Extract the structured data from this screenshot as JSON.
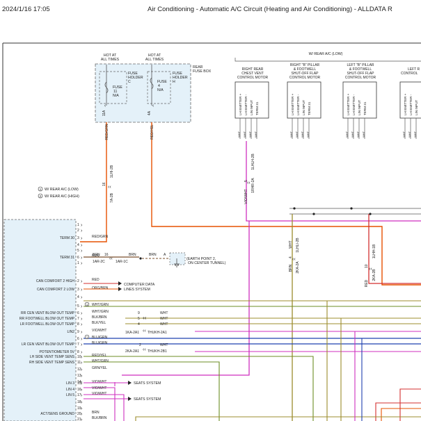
{
  "header": {
    "datetime": "2024/1/16 17:05",
    "title": "Air Conditioning - Automatic A/C Circuit (Heating and Air Conditioning) - ALLDATA R"
  },
  "fuse_box": {
    "hot1": [
      "HOT AT",
      "ALL TIMES"
    ],
    "hot2": [
      "HOT AT",
      "ALL TIMES"
    ],
    "box_label": [
      "REAR",
      "FUSE BOX"
    ],
    "fuse1": [
      "FUSE",
      "11",
      "N/A"
    ],
    "holder1": [
      "FUSE",
      "HOLDER",
      "C"
    ],
    "fuse2": [
      "FUSE",
      "4",
      "N/A"
    ],
    "holder2": [
      "FUSE",
      "HOLDER",
      "H"
    ],
    "amp1": "11A",
    "amp2": "4A"
  },
  "wires": {
    "red_grn": "RED/GRN",
    "red_yel": "RED/YEL",
    "pin16": "16",
    "conn_7a2b": "7A-2B",
    "conn_1lhi2b": "1LHI-2B",
    "violwht": "VIO/WHT",
    "pin5": "5",
    "conn_1rhr2a": "1RHR-2A",
    "conn_1lhlh2b": "1LHLH-2B",
    "wht": "WHT",
    "brn": "BRN",
    "pin4": "4",
    "conn_2ka2a": "2KA-2A",
    "conn_1lhli2b": "1LHLI-2B",
    "red": "RED",
    "pin10": "10",
    "conn_2ka2b": "2KA-2B",
    "conn_1lhh1b": "1LHH-1B"
  },
  "legend": [
    {
      "num": "1",
      "text": "W/ REAR A/C (LOW)"
    },
    {
      "num": "2",
      "text": "W/ REAR A/C (HIGH)"
    }
  ],
  "rear_ac": {
    "label": "W/ REAR A/C (LOW)",
    "motors": [
      {
        "name": [
          "RIGHT REAR",
          "CHEST VENT",
          "CONTROL MOTOR"
        ]
      },
      {
        "name": [
          "RIGHT \"B\" PILLAR",
          "& FOOTWELL",
          "SHUT-OFF FLAP",
          "CONTROL MOTOR"
        ]
      },
      {
        "name": [
          "LEFT \"B\" PILLAR",
          "& FOOTWELL",
          "SHUT-OFF FLAP",
          "CONTROL MOTOR"
        ]
      },
      {
        "name": [
          "LEFT R",
          "",
          "CONTROL"
        ]
      }
    ],
    "pins": [
      "LH EMITTER +",
      "LH EMITTER -",
      "LIN INPUT",
      "TERM 31"
    ],
    "pins_partial": [
      "LH EMITTER +",
      "LH EMITTER -",
      "LIN INPUT"
    ]
  },
  "module": {
    "rows": [
      {
        "pin": "1",
        "label": "",
        "wire": ""
      },
      {
        "pin": "2",
        "label": "",
        "wire": ""
      },
      {
        "pin": "3",
        "label": "TERM 30",
        "wire": "RED/GRN"
      },
      {
        "pin": "4",
        "label": "",
        "wire": ""
      },
      {
        "pin": "5",
        "label": "",
        "wire": ""
      },
      {
        "pin": "6",
        "label": "TERM 31",
        "wire": "BRN"
      },
      {
        "pin": "1",
        "label": "",
        "wire": ""
      },
      {
        "pin": "2",
        "label": "CAN COMFORT 2 HIGH",
        "wire": "RED"
      },
      {
        "pin": "3",
        "label": "CAN COMFORT 2 LOW",
        "wire": "ORG/BRN"
      },
      {
        "pin": "4",
        "label": "",
        "wire": ""
      },
      {
        "pin": "5",
        "label": "",
        "wire": "WHT/GRN"
      },
      {
        "pin": "6",
        "label": "RR CEN VENT BLOW OUT TEMP",
        "wire": "WHT/GRN"
      },
      {
        "pin": "7",
        "label": "RR FOOTWELL BLOW OUT TEMP",
        "wire": "BLK/BRN"
      },
      {
        "pin": "8",
        "label": "LR FOOTWELL BLOW OUT TEMP",
        "wire": "BLK/YEL"
      },
      {
        "pin": "9",
        "label": "LIN2",
        "wire": "VIO/WHT"
      },
      {
        "pin": "6",
        "label": "",
        "wire": "BLU/GRN"
      },
      {
        "pin": "7",
        "label": "LR CEN VENT BLOW OUT TEMP",
        "wire": "BLU/GRN"
      },
      {
        "pin": "8",
        "label": "POTENTIOMETER 5V",
        "wire": ""
      },
      {
        "pin": "10",
        "label": "LH SIDE VENT TEMP SENS",
        "wire": "RED/YEL"
      },
      {
        "pin": "11",
        "label": "RH SIDE VENT TEMP SENS",
        "wire": "WHT/GRN"
      },
      {
        "pin": "12",
        "label": "",
        "wire": "GRN/YEL"
      },
      {
        "pin": "13",
        "label": "",
        "wire": ""
      },
      {
        "pin": "14",
        "label": "",
        "wire": ""
      },
      {
        "pin": "15",
        "label": "LIN 3",
        "wire": "VIO/WHT"
      },
      {
        "pin": "16",
        "label": "LIN 4",
        "wire": "VIO/WHT"
      },
      {
        "pin": "17",
        "label": "LIN 5",
        "wire": "VIO/WHT"
      },
      {
        "pin": "18",
        "label": "",
        "wire": ""
      },
      {
        "pin": "19",
        "label": "",
        "wire": ""
      },
      {
        "pin": "20",
        "label": "ACT/SENS GROUND",
        "wire": "BRN"
      },
      {
        "pin": "21",
        "label": "",
        "wire": "BLK/BRN"
      }
    ],
    "callout1": "1",
    "callout2": "1"
  },
  "ground": {
    "pin16": "16",
    "conn1": "1AR-2C",
    "conn2": "1AR-1C",
    "brn_a": "BRN",
    "brn_b": "BRN",
    "pin_a": "A",
    "label": [
      "(EARTH POINT 2,",
      "ON CENTER TUNNEL)"
    ]
  },
  "computer_data": [
    "COMPUTER DATA",
    "LINES SYSTEM"
  ],
  "temp_wires": {
    "pin9": "9",
    "pin5": "5",
    "pin4": "4",
    "wht1": "WHT",
    "wht2": "WHT",
    "wht3": "WHT",
    "conn_a": "1KA-2A1",
    "conn_b": "THUKH-2A1",
    "pin2": "2",
    "pin1": "1",
    "wht4": "WHT",
    "conn_c": "2KA-2A1",
    "conn_d": "THUKH-2B1"
  },
  "seats": [
    "SEATS SYSTEM",
    "SEATS SYSTEM"
  ],
  "colors": {
    "red": "#d32f2f",
    "orange": "#e65100",
    "violet": "#cf2fbf",
    "olive": "#9c8c2c",
    "green": "#6b8e23",
    "blue": "#1e40af",
    "lightblue": "#e4f1f9"
  }
}
